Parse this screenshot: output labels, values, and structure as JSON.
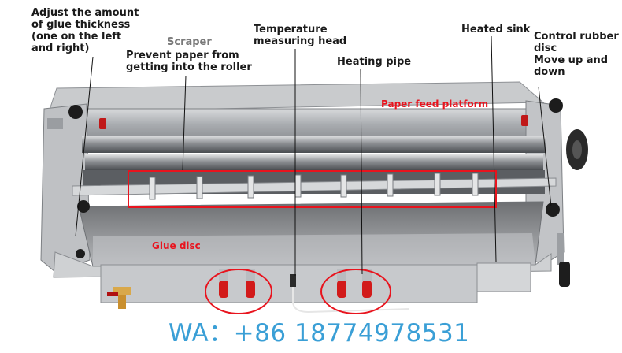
{
  "labels": {
    "glue_thickness": "Adjust the amount\nof glue thickness\n(one on the left\nand right)",
    "scraper": "Scraper",
    "scraper_desc": "Prevent paper from\ngetting into the roller",
    "temperature": "Temperature\nmeasuring head",
    "heating_pipe": "Heating pipe",
    "heated_sink": "Heated sink",
    "control_disc": "Control rubber\ndisc\nMove up and\ndown",
    "paper_feed": "Paper feed platform",
    "glue_disc": "Glue disc"
  },
  "watermark": "WA：+86 18774978531",
  "colors": {
    "annotation_red": "#e8141e",
    "watermark_blue": "#3a9fd6",
    "steel": "#b9bcc0"
  }
}
